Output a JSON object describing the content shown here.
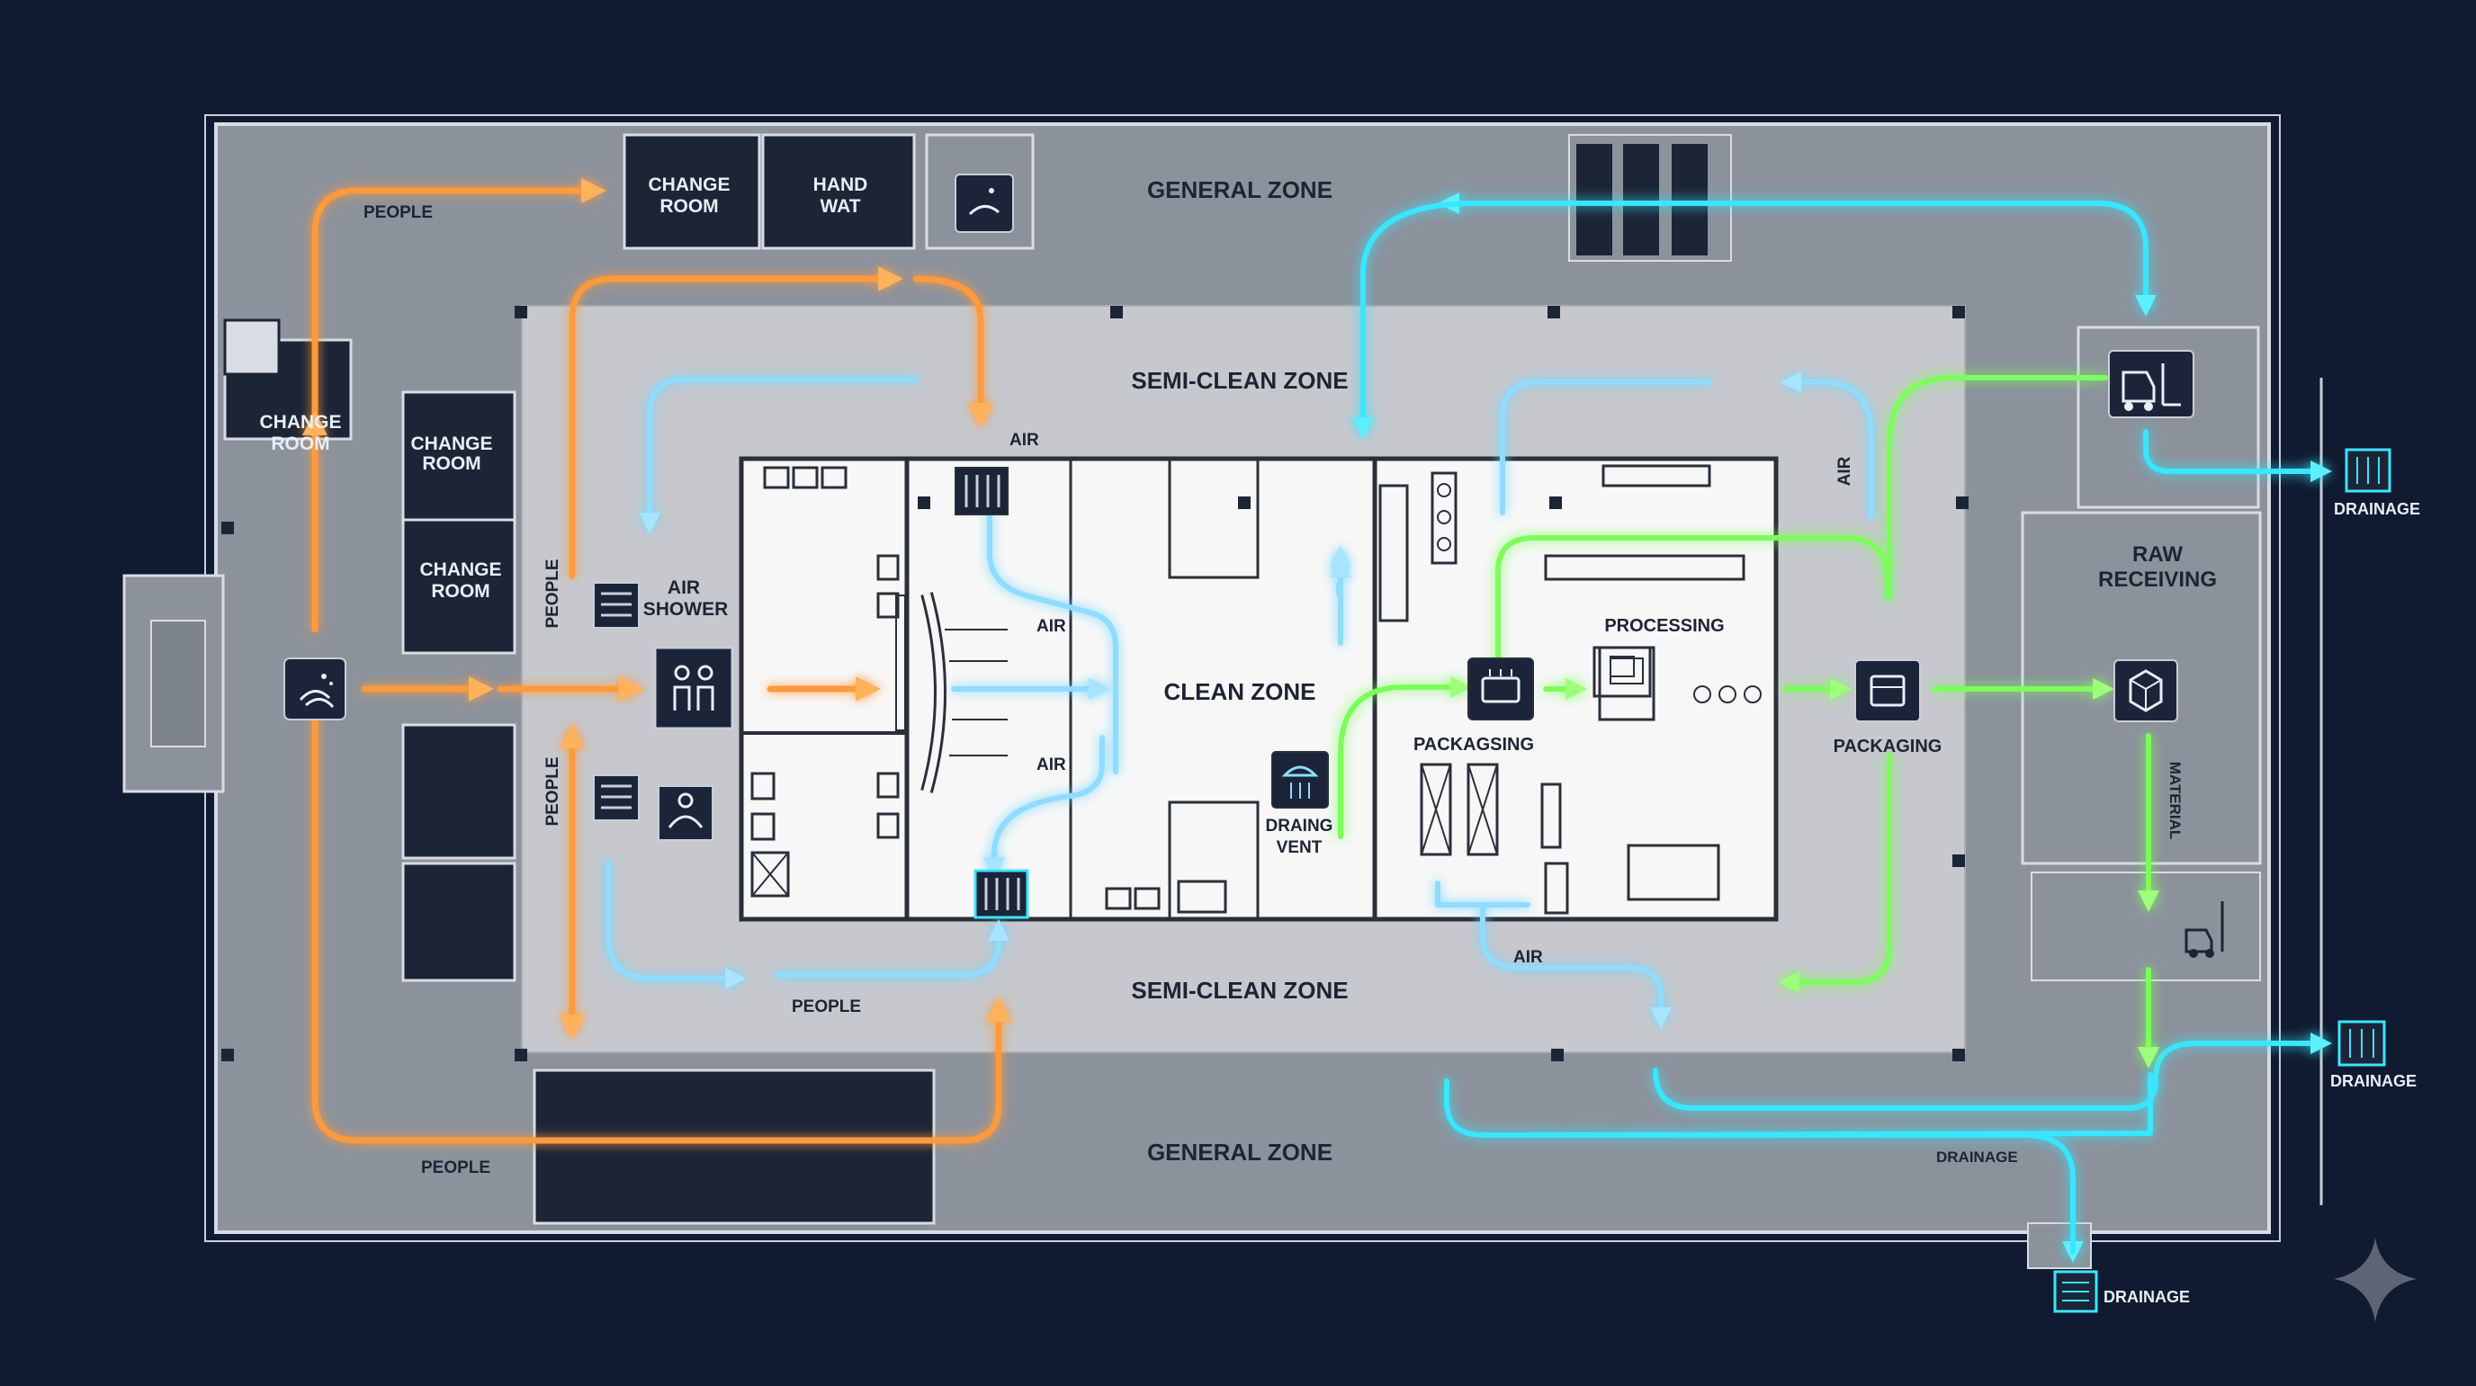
{
  "colors": {
    "background": "#101a30",
    "outer_floor": "#8c929c",
    "semi_clean_floor": "#c6c8cd",
    "clean_floor": "#f7f7f7",
    "people_flow": "#ff9a3c",
    "air_flow": "#8fdcff",
    "drainage_flow": "#39e6ff",
    "material_flow": "#7dfc5c",
    "icon_box": "#1b2438"
  },
  "zones": {
    "general_top": "GENERAL ZONE",
    "general_bottom": "GENERAL ZONE",
    "semi_clean_top": "SEMI-CLEAN ZONE",
    "semi_clean_bottom": "SEMI-CLEAN ZONE",
    "clean": "CLEAN ZONE"
  },
  "rooms": {
    "change_room_top": [
      "CHANGE",
      "ROOM"
    ],
    "hand_wash": [
      "HAND",
      "WAT"
    ],
    "change_room_left": [
      "CHANGE",
      "ROOM"
    ],
    "change_room_mid": [
      "CHANGE",
      "ROOM"
    ],
    "change_room_lower": [
      "CHANGE",
      "ROOM"
    ],
    "air_shower": [
      "AIR",
      "SHOWER"
    ],
    "raw_receiving": [
      "RAW",
      "RECEIVING"
    ],
    "draing_vent": [
      "DRAING",
      "VENT"
    ]
  },
  "flows": {
    "people_top": "PEOPLE",
    "people_left_upper": "PEOPLE",
    "people_left_lower": "PEOPLE",
    "people_bottom": "PEOPLE",
    "people_semi": "PEOPLE",
    "air_top": "AIR",
    "air_clean_upper": "AIR",
    "air_clean_lower": "AIR",
    "air_right": "AIR",
    "air_packaging": "AIR",
    "material": "MATERIAL",
    "drainage_bottom": "DRAINAGE"
  },
  "stations": {
    "packaging_left": "PACKAGSING",
    "processing": "PROCESSING",
    "packaging_right": "PACKAGING"
  },
  "drainage_outlets": [
    "DRAINAGE",
    "DRAINAGE",
    "DRAINAGE"
  ]
}
